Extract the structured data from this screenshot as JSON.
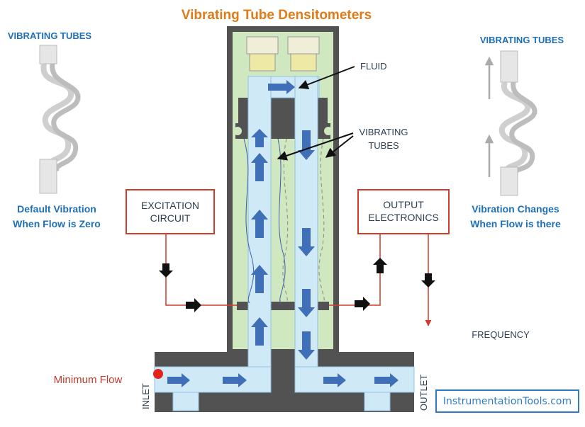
{
  "title": "Vibrating Tube Densitometers",
  "left_panel": {
    "heading": "VIBRATING TUBES",
    "caption_line1": "Default Vibration",
    "caption_line2": "When Flow is Zero"
  },
  "right_panel": {
    "heading": "VIBRATING TUBES",
    "caption_line1": "Vibration Changes",
    "caption_line2": "When Flow is there"
  },
  "labels": {
    "fluid": "FLUID",
    "vibrating_tubes_line1": "VIBRATING",
    "vibrating_tubes_line2": "TUBES",
    "excitation_line1": "EXCITATION",
    "excitation_line2": "CIRCUIT",
    "output_line1": "OUTPUT",
    "output_line2": "ELECTRONICS",
    "frequency": "FREQUENCY",
    "minimum_flow": "Minimum Flow",
    "inlet": "INLET",
    "outlet": "OUTLET"
  },
  "brand": "InstrumentationTools.com",
  "colors": {
    "title": "#e07b1a",
    "panel_text": "#1f6fb5",
    "housing_dark": "#525252",
    "housing_green": "#cfe8bf",
    "tube_fill": "#cfe9f7",
    "tube_stroke": "#8fc4e0",
    "flow_arrow": "#3f6fb7",
    "circuit_red": "#d23a2a",
    "minimum_flow": "#c0392b",
    "label_dark": "#2c3e50"
  }
}
